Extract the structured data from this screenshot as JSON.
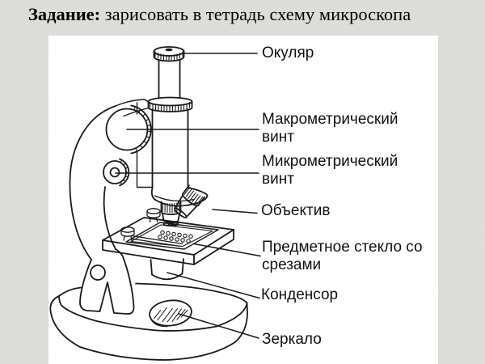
{
  "slide": {
    "background_color": "#ebeae7",
    "panel_color": "#ffffff",
    "ink_color": "#1a1a1a",
    "title": {
      "label": "Задание:",
      "text": "зарисовать в тетрадь схему микроскопа"
    }
  },
  "diagram": {
    "subject": "microscope-schematic-line-drawing",
    "labels": [
      {
        "id": "eyepiece",
        "text": "Окуляр"
      },
      {
        "id": "coarse-focus-knob",
        "text": "Макрометрический винт"
      },
      {
        "id": "fine-focus-knob",
        "text": "Микрометрический винт"
      },
      {
        "id": "objective",
        "text": "Объектив"
      },
      {
        "id": "specimen-slide",
        "text": "Предметное стекло со срезами"
      },
      {
        "id": "condenser",
        "text": "Конденсор"
      },
      {
        "id": "mirror",
        "text": "Зеркало"
      }
    ]
  }
}
